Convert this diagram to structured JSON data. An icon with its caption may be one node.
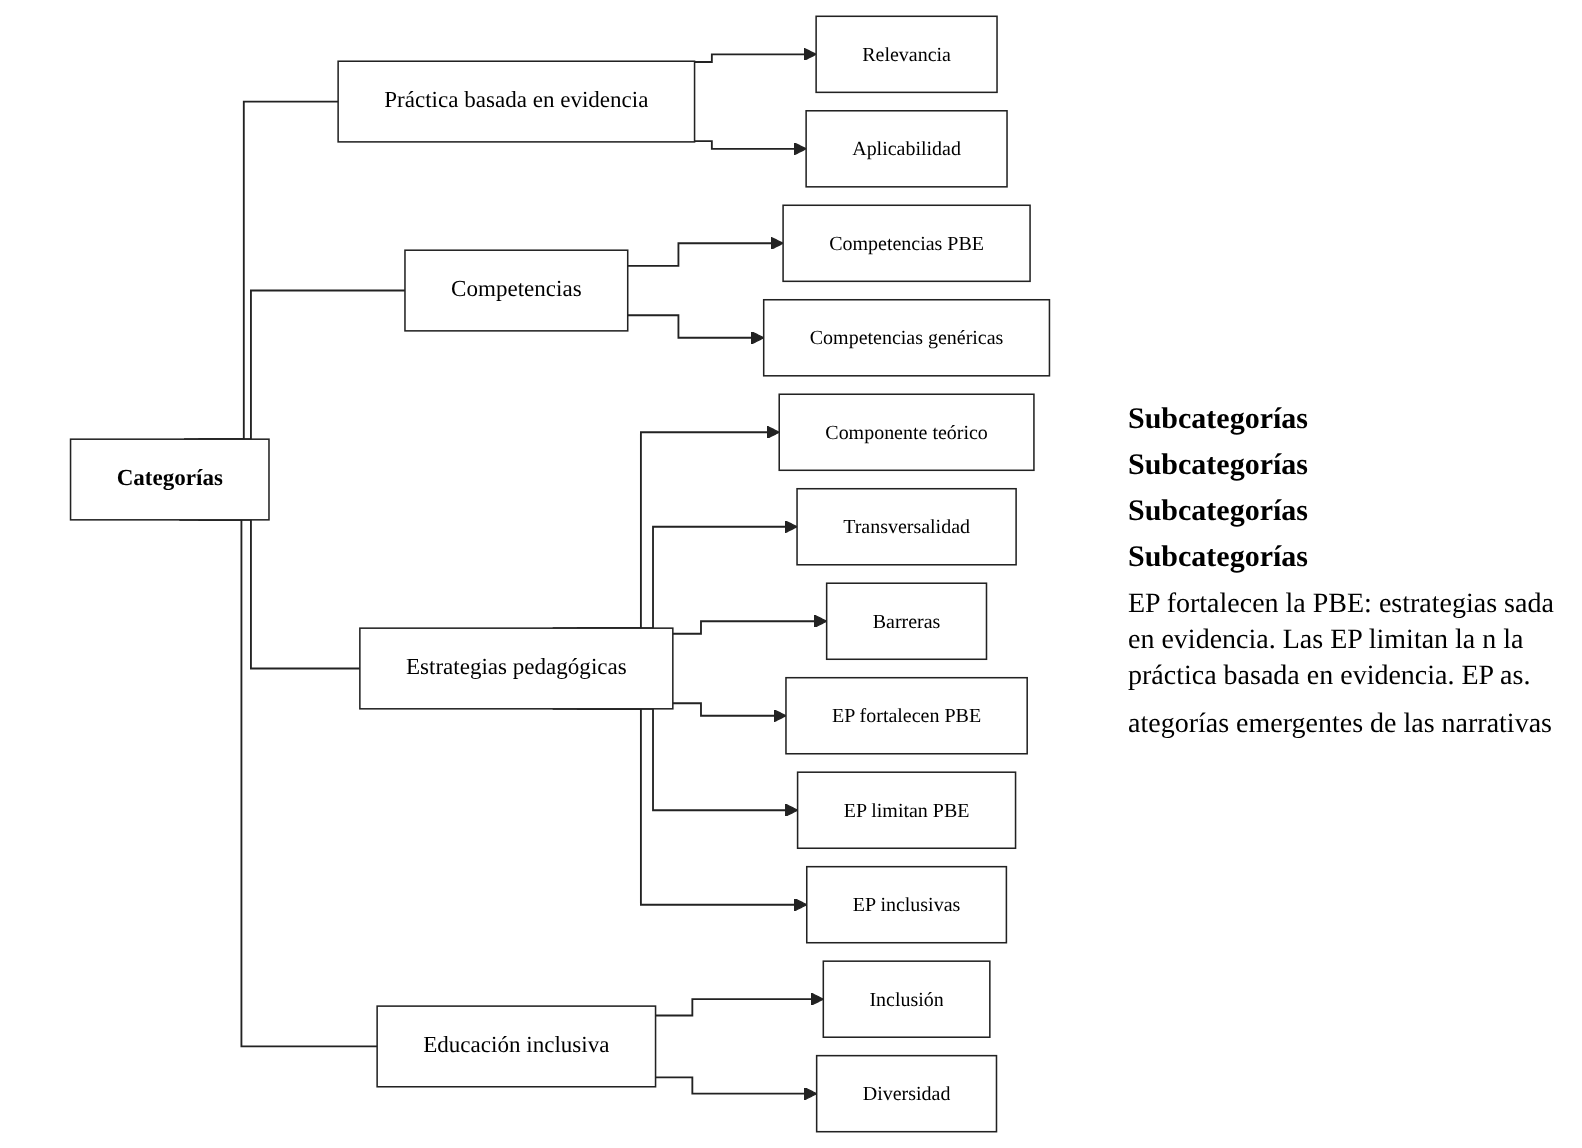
{
  "diagram": {
    "nodes": [
      {
        "text": [
          "Categorías"
        ]
      },
      {
        "text": [
          "Práctica basada en evidencia"
        ]
      },
      {
        "text": [
          "Competencias"
        ]
      },
      {
        "text": [
          "Estrategias pedagógicas"
        ]
      },
      {
        "text": [
          "Educación inclusiva"
        ]
      },
      {
        "text": [
          "Relevancia"
        ]
      },
      {
        "text": [
          "Aplicabilidad"
        ]
      },
      {
        "text": [
          "Competencias PBE"
        ]
      },
      {
        "text": [
          "Competencias genéricas"
        ]
      },
      {
        "text": [
          "Componente teórico"
        ]
      },
      {
        "text": [
          "Transversalidad"
        ]
      },
      {
        "text": [
          "Barreras"
        ]
      },
      {
        "text": [
          "EP fortalecen PBE"
        ]
      },
      {
        "text": [
          "EP limitan PBE"
        ]
      },
      {
        "text": [
          "EP inclusivas"
        ]
      },
      {
        "text": [
          "Inclusión"
        ]
      },
      {
        "text": [
          "Diversidad"
        ]
      }
    ],
    "edges": [
      {
        "from": 0,
        "to": 1,
        "arrow": "none"
      },
      {
        "from": 0,
        "to": 2,
        "arrow": "none"
      },
      {
        "from": 0,
        "to": 3,
        "arrow": "none"
      },
      {
        "from": 0,
        "to": 4,
        "arrow": "none"
      },
      {
        "from": 1,
        "to": 5,
        "arrow": "to"
      },
      {
        "from": 1,
        "to": 6,
        "arrow": "to"
      },
      {
        "from": 2,
        "to": 7,
        "arrow": "to"
      },
      {
        "from": 2,
        "to": 8,
        "arrow": "to"
      },
      {
        "from": 3,
        "to": 9,
        "arrow": "to"
      },
      {
        "from": 3,
        "to": 10,
        "arrow": "to"
      },
      {
        "from": 3,
        "to": 11,
        "arrow": "to"
      },
      {
        "from": 3,
        "to": 12,
        "arrow": "to"
      },
      {
        "from": 3,
        "to": 13,
        "arrow": "to"
      },
      {
        "from": 3,
        "to": 14,
        "arrow": "to"
      },
      {
        "from": 4,
        "to": 15,
        "arrow": "to"
      },
      {
        "from": 4,
        "to": 16,
        "arrow": "to"
      }
    ],
    "labels": [
      "Subcategorías",
      "Subcategorías",
      "Subcategorías",
      "Subcategorías",
      "EP fortalecen la PBE: estrategias sada en evidencia. Las EP limitan la n la práctica basada en evidencia. EP as.",
      "ategorías emergentes de las narrativas"
    ]
  }
}
